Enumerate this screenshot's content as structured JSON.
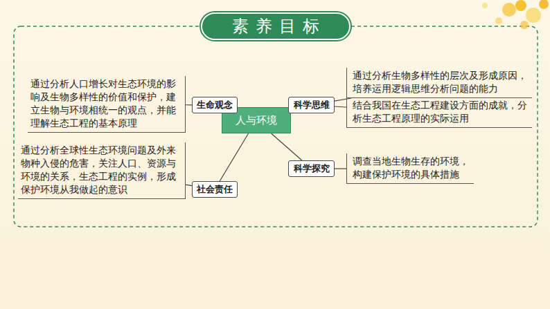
{
  "diagram": {
    "title": "素养目标",
    "nodes": [
      {
        "text": [
          "人与环境"
        ]
      },
      {
        "text": [
          "生命观念"
        ]
      },
      {
        "text": [
          "通过分析人口增长对生态环境的影响及生物多样性的价值和保护，建立生物与环境相统一的观点，并能理解生态工程的基本原理"
        ]
      },
      {
        "text": [
          "科学思维"
        ]
      },
      {
        "text": [
          "通过分析生物多样性的层次及形成原因，培养运用逻辑思维分析问题的能力"
        ]
      },
      {
        "text": [
          "结合我国在生态工程建设方面的成就，分析生态工程原理的实际运用"
        ]
      },
      {
        "text": [
          "社会责任"
        ]
      },
      {
        "text": [
          "通过分析全球性生态环境问题及外来物种入侵的危害，关注人口、资源与环境的关系，生态工程的实例，形成保护环境从我做起的意识"
        ]
      },
      {
        "text": [
          "科学探究"
        ]
      },
      {
        "text": [
          "调查当地生物生存的环境，构建保护环境的具体措施"
        ]
      }
    ],
    "edges": [
      {
        "from": 0,
        "to": 1,
        "arrow": "none"
      },
      {
        "from": 0,
        "to": 3,
        "arrow": "none"
      },
      {
        "from": 0,
        "to": 6,
        "arrow": "none"
      },
      {
        "from": 0,
        "to": 8,
        "arrow": "none"
      },
      {
        "from": 1,
        "to": 2,
        "arrow": "none"
      },
      {
        "from": 3,
        "to": 4,
        "arrow": "none"
      },
      {
        "from": 3,
        "to": 5,
        "arrow": "none"
      },
      {
        "from": 6,
        "to": 7,
        "arrow": "none"
      },
      {
        "from": 8,
        "to": 9,
        "arrow": "none"
      }
    ]
  }
}
